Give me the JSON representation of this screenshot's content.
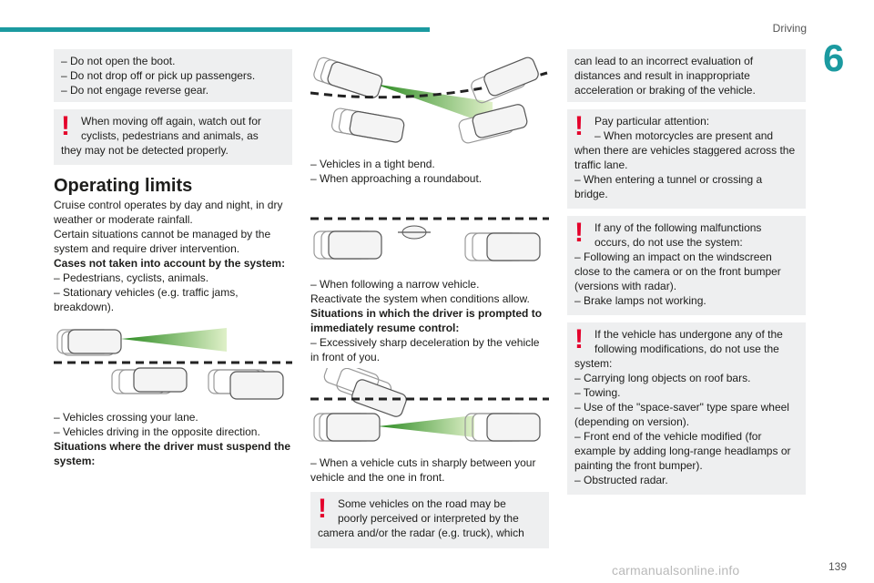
{
  "header": {
    "section": "Driving",
    "chapter": "6",
    "page_number": "139"
  },
  "watermark": "carmanualsonline.info",
  "col1": {
    "list_top": [
      "– Do not open the boot.",
      "– Do not drop off or pick up passengers.",
      "– Do not engage reverse gear."
    ],
    "warn1_a": "When moving off again, watch out for",
    "warn1_b": "cyclists, pedestrians and animals, as",
    "warn1_c": "they may not be detected properly.",
    "heading": "Operating limits",
    "intro_lines": [
      "Cruise control operates by day and night, in dry",
      "weather or moderate rainfall.",
      "Certain situations cannot be managed by the",
      "system and require driver intervention."
    ],
    "cases_heading": "Cases not taken into account by the system:",
    "cases_lines": [
      "– Pedestrians, cyclists, animals.",
      "– Stationary vehicles (e.g. traffic jams,",
      "breakdown)."
    ],
    "after_fig_lines": [
      "– Vehicles crossing your lane.",
      "– Vehicles driving in the opposite direction."
    ],
    "suspend_heading_a": "Situations where the driver must suspend the",
    "suspend_heading_b": "system:"
  },
  "col2": {
    "after_fig1": [
      "– Vehicles in a tight bend.",
      "– When approaching a roundabout."
    ],
    "after_fig2": [
      "– When following a narrow vehicle.",
      "Reactivate the system when conditions allow."
    ],
    "prompted_heading_a": "Situations in which the driver is prompted to",
    "prompted_heading_b": "immediately resume control:",
    "prompted_lines": [
      "– Excessively sharp deceleration by the vehicle",
      "in front of you."
    ],
    "after_fig3": [
      "– When a vehicle cuts in sharply between your",
      "vehicle and the one in front."
    ],
    "warn_a": "Some vehicles on the road may be",
    "warn_b": "poorly perceived or interpreted by the",
    "warn_c": "camera and/or the radar (e.g. truck), which"
  },
  "col3": {
    "box1": [
      "can lead to an incorrect evaluation of",
      "distances and result in inappropriate",
      "acceleration or braking of the vehicle."
    ],
    "warn2_a": "Pay particular attention:",
    "warn2_b": "– When motorcycles are present and",
    "warn2_rest": [
      "when there are vehicles staggered across the",
      "traffic lane.",
      "– When entering a tunnel or crossing a",
      "bridge."
    ],
    "warn3_a": "If any of the following malfunctions",
    "warn3_b": "occurs, do not use the system:",
    "warn3_rest": [
      "– Following an impact on the windscreen",
      "close to the camera or on the front bumper",
      "(versions with radar).",
      "– Brake lamps not working."
    ],
    "warn4_a": "If the vehicle has undergone any of the",
    "warn4_b": "following modifications, do not use the",
    "warn4_rest": [
      "system:",
      "– Carrying long objects on roof bars.",
      "– Towing.",
      "– Use of the \"space-saver\" type spare wheel",
      "(depending on version).",
      "– Front end of the vehicle modified (for",
      "example by adding long-range headlamps or",
      "painting the front bumper).",
      "– Obstructed radar."
    ]
  }
}
